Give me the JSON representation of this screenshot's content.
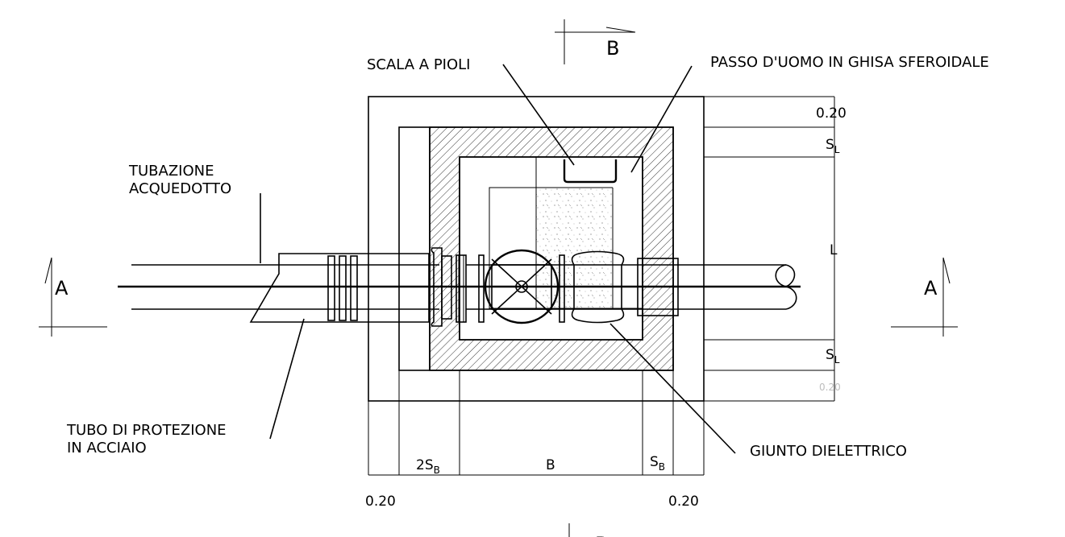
{
  "labels": {
    "ladder": "SCALA A PIOLI",
    "manhole": "PASSO D'UOMO IN GHISA SFEROIDALE",
    "pipeline_line1": "TUBAZIONE",
    "pipeline_line2": "ACQUEDOTTO",
    "sleeve_line1": "TUBO DI PROTEZIONE",
    "sleeve_line2": "IN ACCIAIO",
    "joint": "GIUNTO DIELETTRICO"
  },
  "sections": {
    "a_left": "A",
    "a_right": "A",
    "b_top": "B",
    "b_bottom": "B"
  },
  "dimensions": {
    "top_020": "0.20",
    "sl_top_main": "S",
    "sl_top_sub": "L",
    "l": "L",
    "sl_bot_main": "S",
    "sl_bot_sub": "L",
    "bot_020": "0.20",
    "two_sb_main": "2S",
    "two_sb_sub": "B",
    "b": "B",
    "sb_main": "S",
    "sb_sub": "B",
    "left_020": "0.20",
    "right_020": "0.20"
  },
  "colors": {
    "line": "#000000",
    "faint_text": "#bdbdbd"
  }
}
